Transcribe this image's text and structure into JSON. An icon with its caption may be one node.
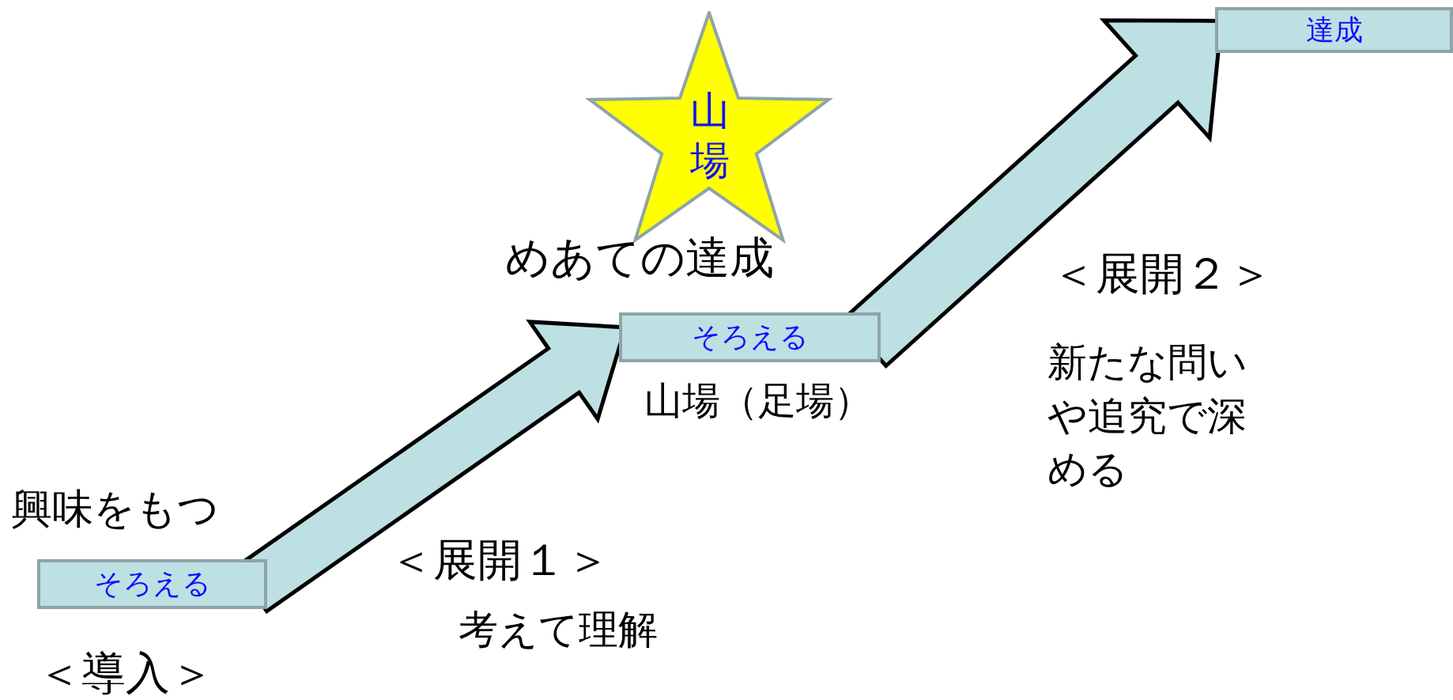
{
  "diagram": {
    "nodes": [
      {
        "text": [
          "そろえる"
        ]
      },
      {
        "text": [
          "そろえる"
        ]
      },
      {
        "text": [
          "達成"
        ]
      },
      {
        "text": [
          "山場"
        ]
      }
    ],
    "edges": [
      {
        "from": 0,
        "to": 1,
        "arrow": "to"
      },
      {
        "from": 1,
        "to": 2,
        "arrow": "to"
      }
    ],
    "labels": [
      "めあての達成",
      "＜展開２＞",
      "山場（足場）",
      "新たな問いや追究で深める",
      "興味をもつ",
      "＜展開１＞",
      "考えて理解",
      "＜導入＞"
    ]
  }
}
